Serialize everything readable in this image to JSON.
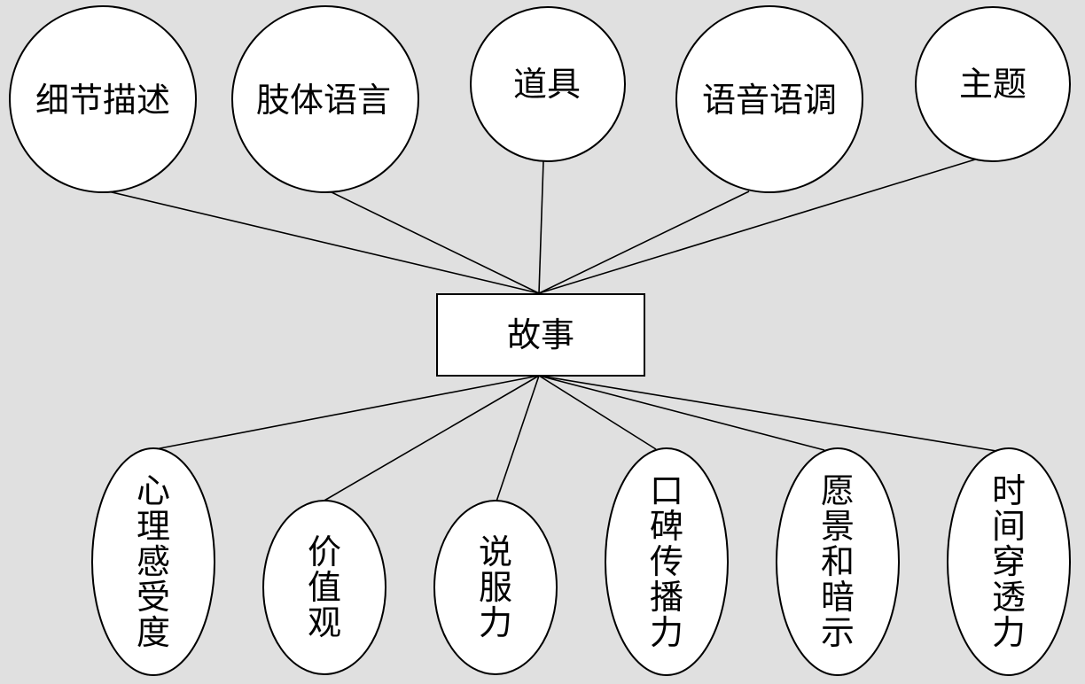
{
  "center": {
    "label": "故事"
  },
  "top_nodes": [
    {
      "label": "细节描述"
    },
    {
      "label": "肢体语言"
    },
    {
      "label": "道具"
    },
    {
      "label": "语音语调"
    },
    {
      "label": "主题"
    }
  ],
  "bottom_nodes": [
    {
      "label": "心理感受度"
    },
    {
      "label": "价值观"
    },
    {
      "label": "说服力"
    },
    {
      "label": "口碑传播力"
    },
    {
      "label": "愿景和暗示"
    },
    {
      "label": "时间穿透力"
    }
  ],
  "colors": {
    "background": "#e0e0e0",
    "node_fill": "#ffffff",
    "stroke": "#000000"
  }
}
